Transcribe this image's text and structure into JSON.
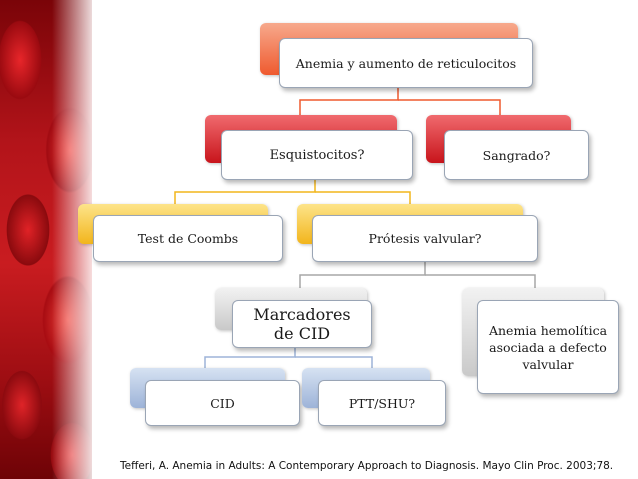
{
  "nodes": {
    "root": "Anemia y aumento de reticulocitos",
    "esquistocitos": "Esquistocitos?",
    "sangrado": "Sangrado?",
    "coombs": "Test de Coombs",
    "protesis": "Prótesis valvular?",
    "marcadores": "Marcadores de CID",
    "anemia_hemolitica": "Anemia hemolítica asociada a defecto valvular",
    "cid": "CID",
    "ptt": "PTT/SHU?"
  },
  "citation": "Tefferi, A. Anemia in Adults: A Contemporary Approach to Diagnosis. Mayo Clin Proc. 2003;78.",
  "colors": {
    "level1": "#ef5a2f",
    "level2": "#c8141b",
    "level3": "#f2b51c",
    "level4": "#c9c9c9",
    "level5": "#9db3d8",
    "connector_level1": "#ef5a2f",
    "connector_level2": "#c8141b",
    "connector_level3": "#f2b51c",
    "connector_level4": "#9db3d8"
  }
}
